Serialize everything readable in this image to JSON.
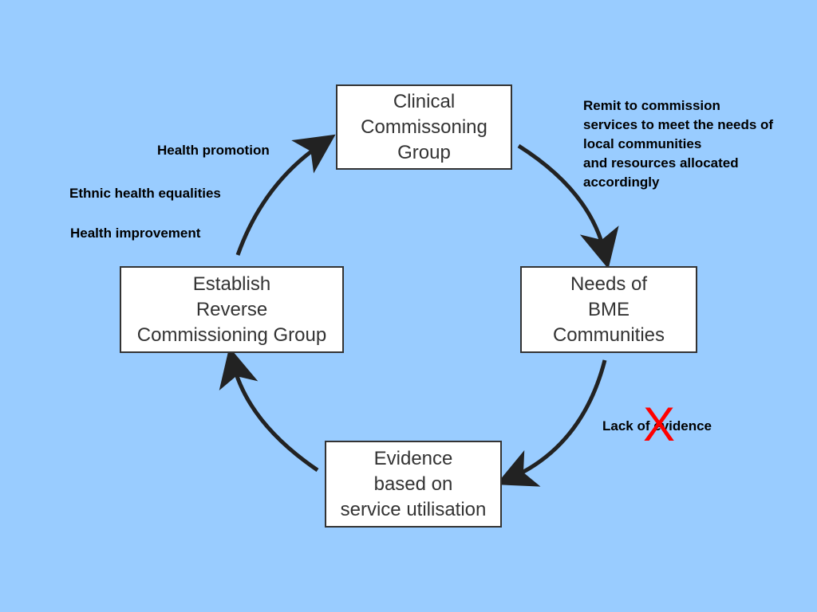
{
  "boxes": {
    "ccg": [
      "Clinical",
      "Commissoning",
      "Group"
    ],
    "needs": [
      "Needs of",
      "BME",
      "Communities"
    ],
    "evidence": [
      "Evidence",
      "based on",
      "service utilisation"
    ],
    "establish": [
      "Establish",
      "Reverse",
      "Commissioning Group"
    ]
  },
  "labels": {
    "health_promotion": "Health promotion",
    "ethnic_health_equalities": "Ethnic health equalities",
    "health_improvement": "Health improvement",
    "remit": [
      "Remit to commission",
      "services to meet the needs of",
      "local communities",
      "and resources allocated",
      "accordingly"
    ],
    "lack_of_evidence": "Lack of evidence",
    "cross": "X"
  },
  "colors": {
    "background": "#99ccff",
    "box_border": "#333333",
    "arrow": "#222222",
    "cross": "#ff0000"
  }
}
